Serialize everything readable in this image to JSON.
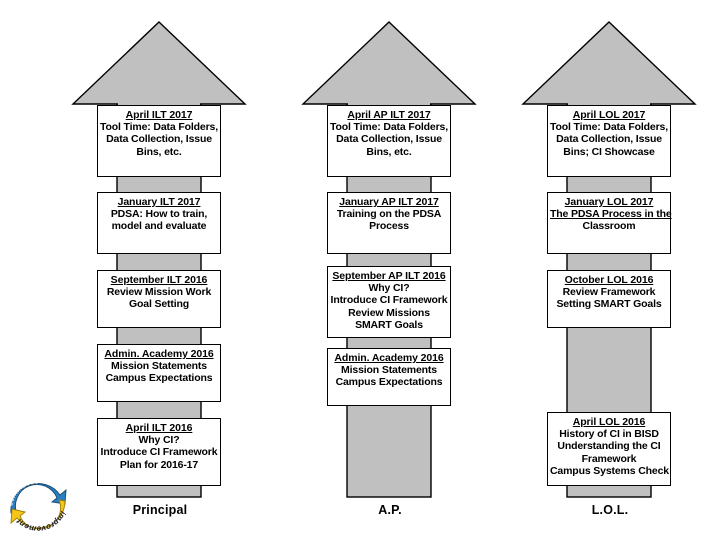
{
  "meta": {
    "title": "Continuous Improvement Professional Development Timeline",
    "background_color": "#ffffff",
    "arrow_fill": "#c0c0c0",
    "arrow_stroke": "#000000",
    "box_fill": "#ffffff",
    "text_color": "#000000"
  },
  "logo": {
    "name": "continuous-improvement-logo",
    "top_text": "continuous",
    "bottom_text": "improvement",
    "blue": "#2a7fc1",
    "yellow": "#f5c518"
  },
  "columns": [
    {
      "id": "principal",
      "footer_label": "Principal",
      "stages": [
        {
          "header": "April ILT 2017",
          "lines": [
            "Tool Time: Data Folders,",
            "Data Collection, Issue",
            "Bins, etc."
          ]
        },
        {
          "header": "January ILT 2017",
          "lines": [
            "PDSA: How to train,",
            "model and evaluate"
          ]
        },
        {
          "header": "September ILT 2016",
          "lines": [
            "Review Mission Work",
            "Goal Setting"
          ]
        },
        {
          "header": "Admin. Academy 2016",
          "lines": [
            "Mission Statements",
            "Campus Expectations"
          ]
        },
        {
          "header": "April ILT 2016",
          "lines": [
            "Why CI?",
            "Introduce CI Framework",
            "Plan for 2016-17"
          ]
        }
      ]
    },
    {
      "id": "ap",
      "footer_label": "A.P.",
      "stages": [
        {
          "header": "April AP ILT 2017",
          "lines": [
            "Tool Time: Data Folders,",
            "Data Collection, Issue",
            "Bins, etc."
          ]
        },
        {
          "header": "January AP ILT 2017",
          "lines": [
            "Training on the PDSA",
            "Process"
          ]
        },
        {
          "header": "September AP ILT 2016",
          "lines": [
            "Why CI?",
            "Introduce CI Framework",
            "Review Missions",
            "SMART Goals"
          ]
        },
        {
          "header": "Admin. Academy 2016",
          "lines": [
            "Mission Statements",
            "Campus Expectations"
          ]
        }
      ]
    },
    {
      "id": "lol",
      "footer_label": "L.O.L.",
      "stages": [
        {
          "header": "April LOL 2017",
          "lines": [
            "Tool Time: Data Folders,",
            "Data Collection, Issue",
            "Bins; CI Showcase"
          ]
        },
        {
          "header": "January LOL 2017",
          "lines": [
            "The PDSA Process in the",
            "Classroom"
          ]
        },
        {
          "header": "October LOL 2016",
          "lines": [
            "Review Framework",
            "Setting SMART Goals"
          ]
        },
        {
          "header": "April LOL 2016",
          "lines": [
            "History of CI in BISD",
            "Understanding the CI",
            "Framework",
            "Campus Systems Check"
          ]
        }
      ]
    }
  ]
}
